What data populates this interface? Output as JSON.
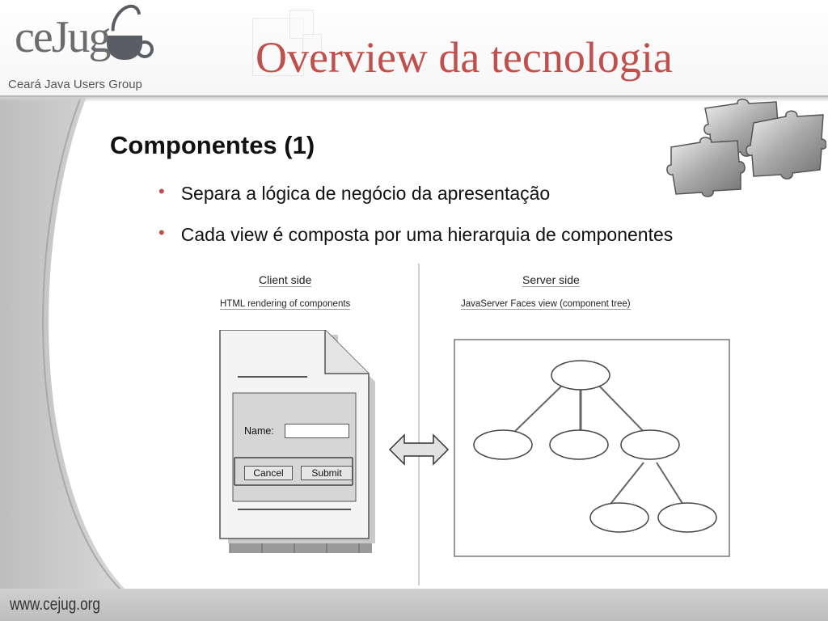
{
  "logo": {
    "name": "ceJug",
    "subtitle": "Ceará Java Users Group"
  },
  "slide": {
    "title": "Overview da tecnologia",
    "heading": "Componentes (1)",
    "bullets": [
      "Separa a lógica de negócio da apresentação",
      "Cada view é composta por uma hierarquia de componentes"
    ]
  },
  "diagram": {
    "client_title": "Client side",
    "client_subtitle": "HTML rendering of components",
    "server_title": "Server side",
    "server_subtitle": "JavaServer Faces view (component tree)",
    "form": {
      "name_label": "Name:",
      "name_value": "",
      "cancel_label": "Cancel",
      "submit_label": "Submit"
    }
  },
  "footer": {
    "url": "www.cejug.org"
  },
  "colors": {
    "title": "#c0504d",
    "bullet_dot": "#c0504d",
    "footer_bg": "#c8c8c8"
  },
  "icons": [
    "coffee-cup-icon",
    "puzzle-pieces-icon",
    "double-arrow-icon",
    "bullet-dot-icon"
  ]
}
